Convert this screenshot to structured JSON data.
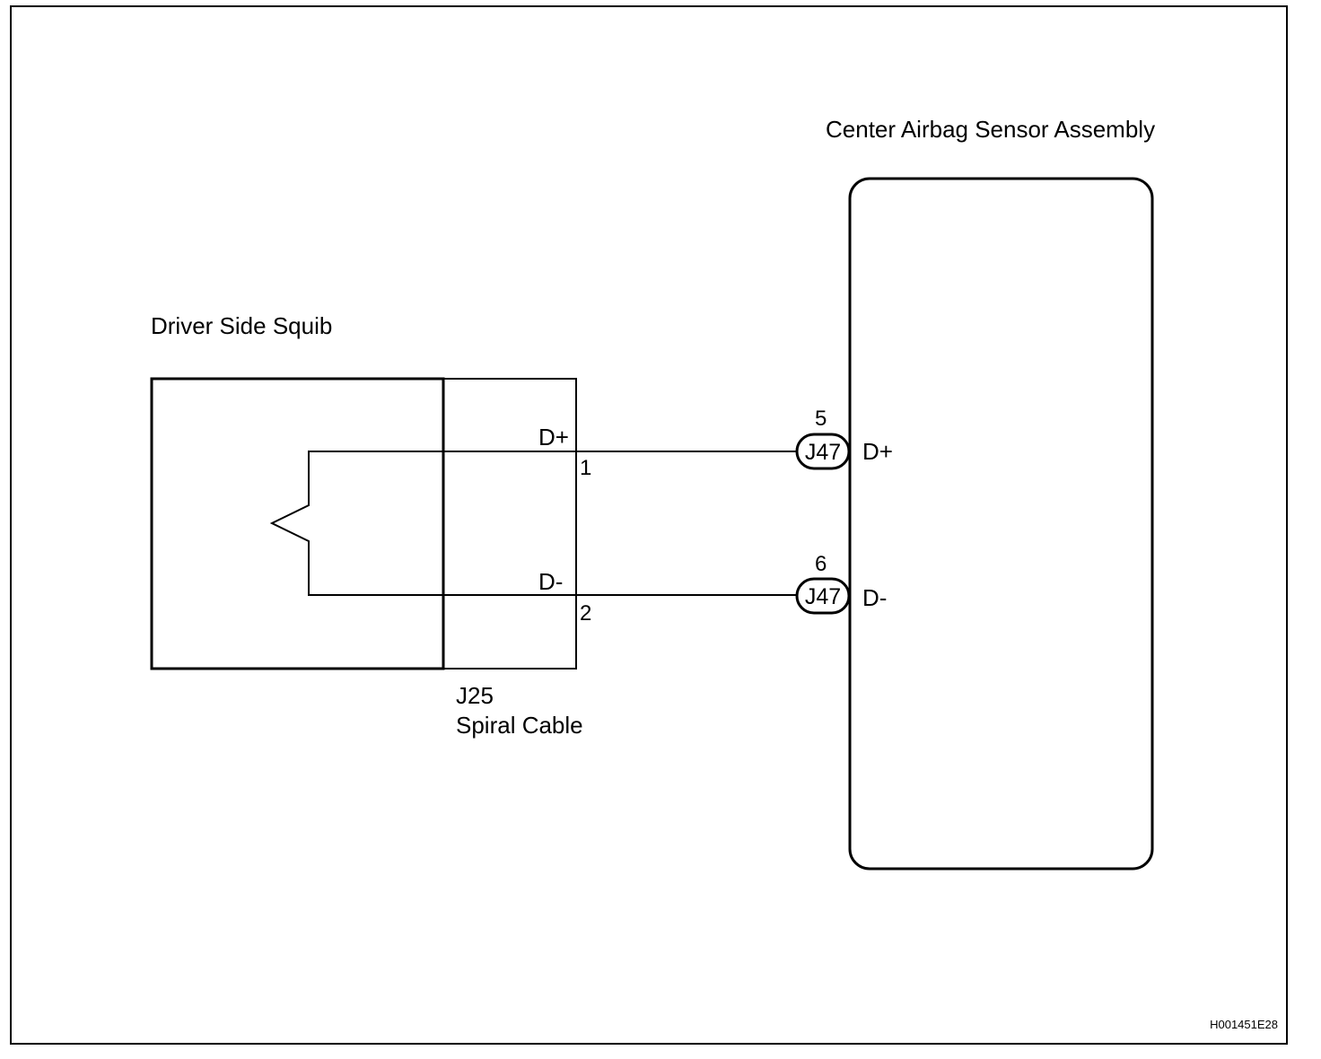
{
  "components": {
    "squib": {
      "label": "Driver Side Squib"
    },
    "spiral_cable": {
      "code": "J25",
      "label": "Spiral Cable"
    },
    "sensor": {
      "label": "Center Airbag Sensor Assembly"
    }
  },
  "wires": [
    {
      "signal_left": "D+",
      "pin_left": "1",
      "pin_right": "5",
      "connector": "J47",
      "signal_right": "D+"
    },
    {
      "signal_left": "D-",
      "pin_left": "2",
      "pin_right": "6",
      "connector": "J47",
      "signal_right": "D-"
    }
  ],
  "figure_code": "H001451E28"
}
